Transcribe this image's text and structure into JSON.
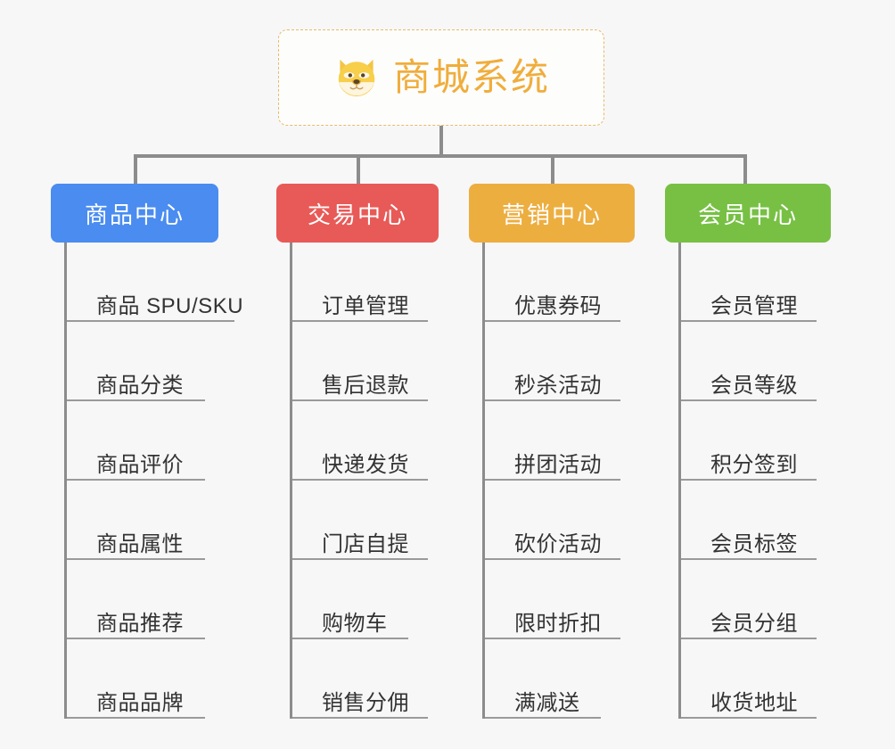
{
  "root": {
    "title": "商城系统",
    "icon": "shiba-dog-face-icon",
    "title_color": "#f0ad3c",
    "border_color": "#e9b96b"
  },
  "categories": [
    {
      "label": "商品中心",
      "color": "#4a8cf0",
      "color_name": "blue",
      "items": [
        "商品 SPU/SKU",
        "商品分类",
        "商品评价",
        "商品属性",
        "商品推荐",
        "商品品牌"
      ]
    },
    {
      "label": "交易中心",
      "color": "#e85a57",
      "color_name": "red",
      "items": [
        "订单管理",
        "售后退款",
        "快递发货",
        "门店自提",
        "购物车",
        "销售分佣"
      ]
    },
    {
      "label": "营销中心",
      "color": "#edae40",
      "color_name": "orange",
      "items": [
        "优惠券码",
        "秒杀活动",
        "拼团活动",
        "砍价活动",
        "限时折扣",
        "满减送"
      ]
    },
    {
      "label": "会员中心",
      "color": "#77c044",
      "color_name": "green",
      "items": [
        "会员管理",
        "会员等级",
        "积分签到",
        "会员标签",
        "会员分组",
        "收货地址"
      ]
    }
  ],
  "connector_color": "#8c8c8c",
  "background_color": "#f7f7f7"
}
